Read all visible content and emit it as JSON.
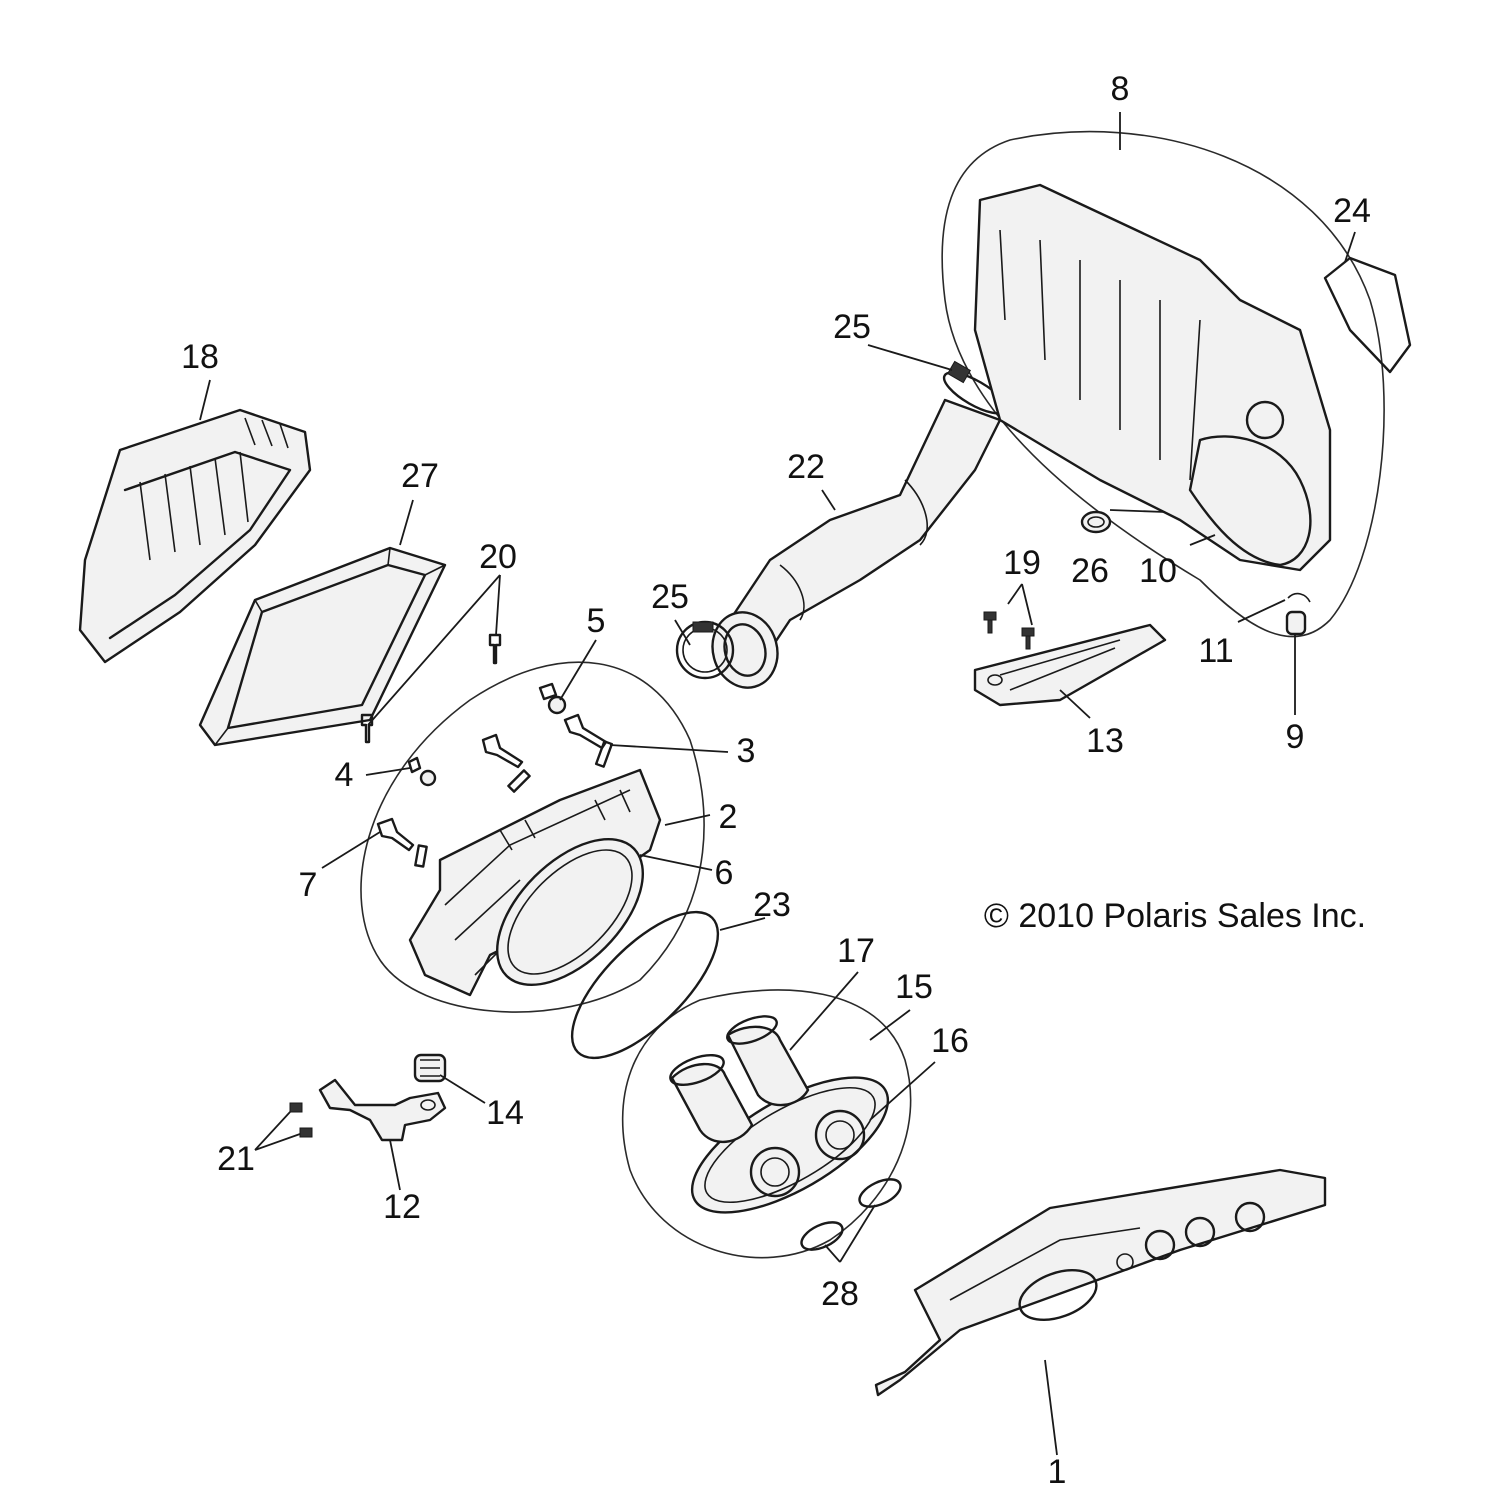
{
  "copyright": "© 2010 Polaris Sales Inc.",
  "callouts": {
    "c1": "1",
    "c2": "2",
    "c3": "3",
    "c4": "4",
    "c5": "5",
    "c6": "6",
    "c7": "7",
    "c8": "8",
    "c9": "9",
    "c10": "10",
    "c11": "11",
    "c12": "12",
    "c13": "13",
    "c14": "14",
    "c15": "15",
    "c16": "16",
    "c17": "17",
    "c18": "18",
    "c19": "19",
    "c20": "20",
    "c21": "21",
    "c22": "22",
    "c23": "23",
    "c24": "24",
    "c25a": "25",
    "c25b": "25",
    "c26": "26",
    "c27": "27",
    "c28": "28"
  }
}
